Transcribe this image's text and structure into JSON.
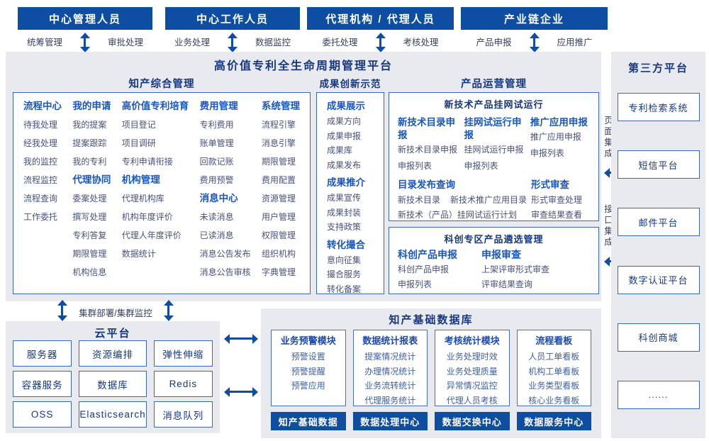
{
  "colors": {
    "primary": "#0d4da2",
    "navy": "#17377e",
    "accent": "#1a56c0",
    "item_text": "#47527a",
    "panel_bg": "#e9eaf0",
    "box_border": "#3a68b8"
  },
  "roles": [
    {
      "title": "中心管理人员",
      "left": "统筹管理",
      "right": "审批处理"
    },
    {
      "title": "中心工作人员",
      "left": "业务处理",
      "right": "数据监控"
    },
    {
      "title": "代理机构 / 代理人员",
      "left": "委托处理",
      "right": "考核处理"
    },
    {
      "title": "产业链企业",
      "left": "产品申报",
      "right": "应用推广"
    }
  ],
  "platform": {
    "title": "高价值专利全生命周期管理平台",
    "ip_mgmt": {
      "title": "知产综合管理",
      "columns": [
        {
          "groups": [
            {
              "header": "流程中心",
              "items": [
                "待我处理",
                "经我处理",
                "我的监控",
                "流程监控",
                "流程查询",
                "工作委托"
              ]
            }
          ]
        },
        {
          "groups": [
            {
              "header": "我的申请",
              "items": [
                "我的提案",
                "提案跟踪",
                "我的专利"
              ]
            },
            {
              "header": "代理协同",
              "items": [
                "委案处理",
                "撰写处理",
                "专利答复",
                "期限管理",
                "机构信息"
              ]
            }
          ]
        },
        {
          "groups": [
            {
              "header": "高价值专利培育",
              "items": [
                "项目登记",
                "项目调研",
                "专利申请衔接"
              ]
            },
            {
              "header": "机构管理",
              "items": [
                "代理机构库",
                "机构年度评价",
                "代理人年度评价",
                "数据统计"
              ]
            }
          ]
        },
        {
          "groups": [
            {
              "header": "费用管理",
              "items": [
                "专利费用",
                "账单管理",
                "回款记账",
                "费用预警"
              ]
            },
            {
              "header": "消息中心",
              "items": [
                "未读消息",
                "已读消息",
                "消息公告发布",
                "消息公告审核"
              ]
            }
          ]
        },
        {
          "groups": [
            {
              "header": "系统管理",
              "items": [
                "流程引擎",
                "消息引擎",
                "期限管理",
                "费用配置",
                "资源管理",
                "用户管理",
                "权限管理",
                "组织机构",
                "字典管理"
              ]
            }
          ]
        }
      ]
    },
    "innovation": {
      "title": "成果创新示范",
      "groups": [
        {
          "header": "成果展示",
          "items": [
            "成果方向",
            "成果申报",
            "成果库",
            "成果发布"
          ]
        },
        {
          "header": "成果推介",
          "items": [
            "成果宣传",
            "成果封装",
            "支持政策"
          ]
        },
        {
          "header": "转化撮合",
          "items": [
            "意向征集",
            "撮合服务",
            "转化备案"
          ]
        }
      ]
    },
    "product_ops": {
      "title": "产品运营管理",
      "trial_box": {
        "title": "新技术产品挂网试运行",
        "columns": [
          {
            "header": "新技术目录申报",
            "items": [
              "新技术目录申报",
              "申报列表"
            ]
          },
          {
            "header": "挂网试运行申报",
            "items": [
              "挂网试运行申报",
              "申报列表"
            ]
          },
          {
            "header": "推广应用申报",
            "items": [
              "推广应用申报",
              "申报列表"
            ]
          }
        ],
        "catalog": {
          "header": "目录发布查询",
          "items": [
            "新技术目录",
            "新技术推广应用目录",
            "新技术（产品）挂网试运行计划"
          ]
        },
        "review": {
          "header": "形式审查",
          "items": [
            "形式审查处理",
            "审查结果查看"
          ]
        }
      },
      "sci_box": {
        "title": "科创专区产品遴选管理",
        "columns": [
          {
            "header": "科创产品申报",
            "items": [
              "科创产品申报",
              "申报列表"
            ]
          },
          {
            "header": "申报审查",
            "items": [
              "上架评审形式审查",
              "评审结果查询"
            ]
          }
        ]
      }
    }
  },
  "integration": {
    "page": "页面集成",
    "api": "接口集成"
  },
  "third_party": {
    "title": "第三方平台",
    "items": [
      "专利检索系统",
      "短信平台",
      "邮件平台",
      "数字认证平台",
      "科创商城",
      "......"
    ]
  },
  "cluster_label": "集群部署/集群监控",
  "cloud": {
    "title": "云平台",
    "cells": [
      "服务器",
      "资源编排",
      "弹性伸缩",
      "容器服务",
      "数据库",
      "Redis",
      "OSS",
      "Elasticsearch",
      "消息队列"
    ]
  },
  "database": {
    "title": "知产基础数据库",
    "modules": [
      {
        "header": "业务预警模块",
        "items": [
          "预警设置",
          "预警提醒",
          "预警应用"
        ]
      },
      {
        "header": "数据统计报表",
        "items": [
          "提案情况统计",
          "办理情况统计",
          "业务流转统计",
          "代理服务统计"
        ]
      },
      {
        "header": "考核统计模块",
        "items": [
          "业务处理时效",
          "业务处理质量",
          "异常情况监控",
          "代理人员考核"
        ]
      },
      {
        "header": "流程看板",
        "items": [
          "人员工单看板",
          "机构工单看板",
          "业务类型看板",
          "核心业务看板"
        ]
      }
    ],
    "pills": [
      "知产基础数据",
      "数据处理中心",
      "数据交换中心",
      "数据服务中心"
    ]
  }
}
